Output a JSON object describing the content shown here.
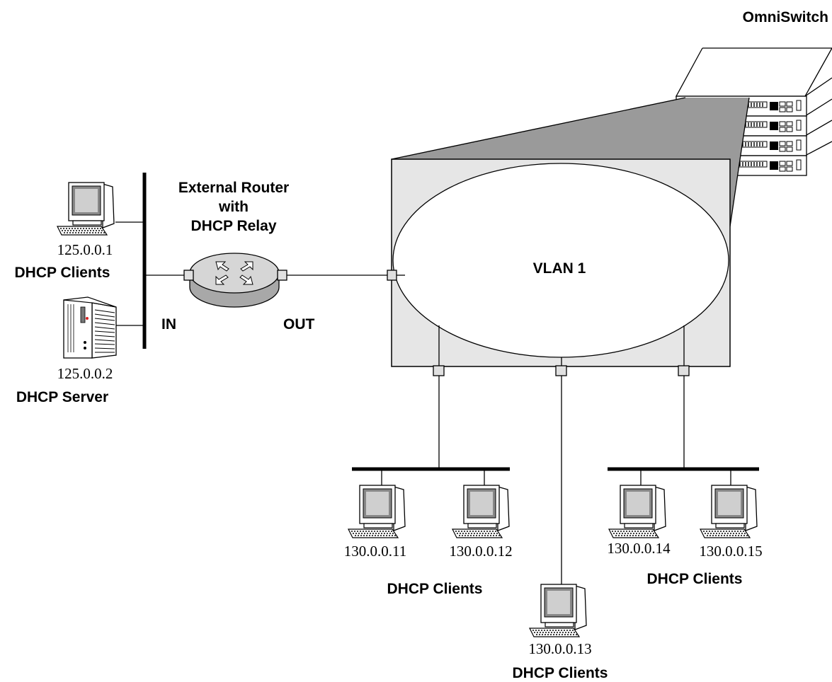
{
  "labels": {
    "omniswitch": "OmniSwitch",
    "router_line1": "External Router",
    "router_line2": "with",
    "router_line3": "DHCP Relay",
    "vlan": "VLAN 1",
    "in": "IN",
    "out": "OUT"
  },
  "left_hosts": {
    "client_ip": "125.0.0.1",
    "client_label": "DHCP Clients",
    "server_ip": "125.0.0.2",
    "server_label": "DHCP Server"
  },
  "clients": {
    "group_a": {
      "ips": [
        "130.0.0.11",
        "130.0.0.12"
      ],
      "label": "DHCP Clients"
    },
    "group_b": {
      "ips": [
        "130.0.0.13"
      ],
      "label": "DHCP Clients"
    },
    "group_c": {
      "ips": [
        "130.0.0.14",
        "130.0.0.15"
      ],
      "label": "DHCP Clients"
    }
  },
  "icons": {
    "pc": "desktop-computer-icon",
    "server": "tower-server-icon",
    "router": "router-icon",
    "switch": "switch-stack-icon"
  }
}
